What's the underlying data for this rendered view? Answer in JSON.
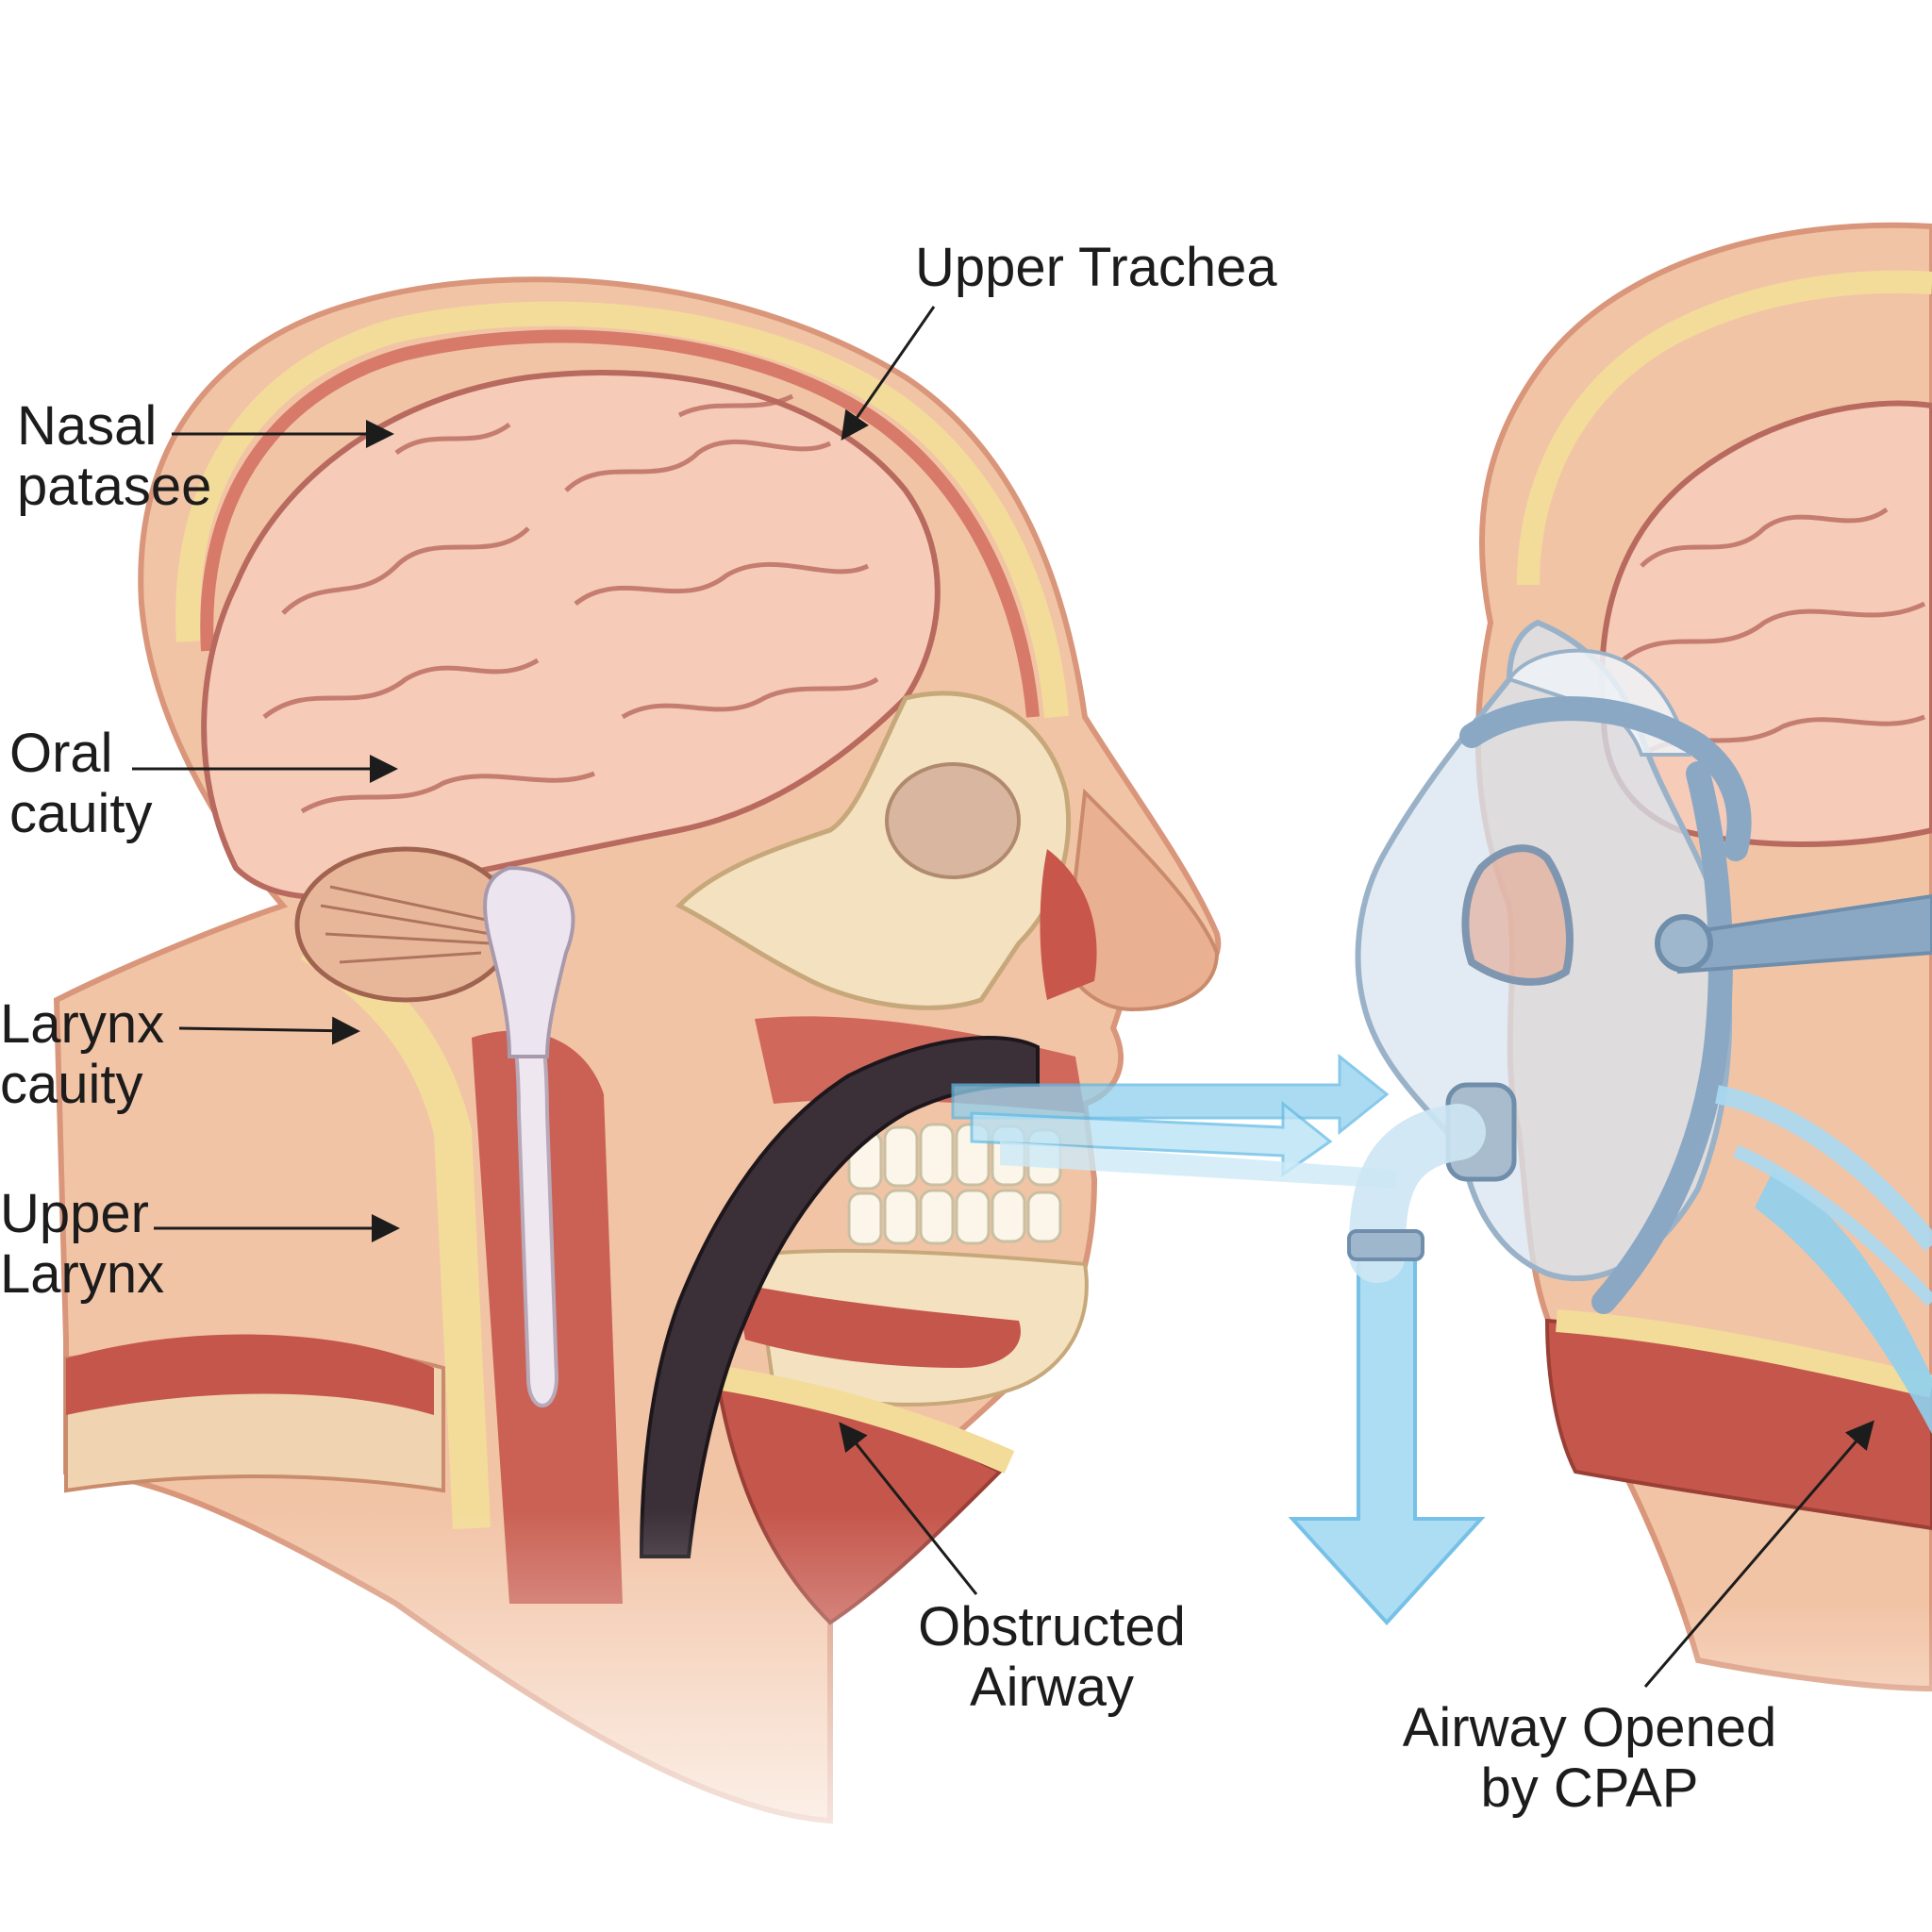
{
  "labels": {
    "upper_trachea": "Upper Trachea",
    "nasal_passage": [
      "Nasal",
      "patasee"
    ],
    "oral_cavity": [
      "Oral",
      "cauity"
    ],
    "larynx_cavity": [
      "Larynx",
      "cauity"
    ],
    "upper_larynx": [
      "Upper",
      "Larynx"
    ],
    "obstructed_airway": [
      "Obstructed",
      "Airway"
    ],
    "airway_opened": [
      "Airway Opened",
      "by CPAP"
    ]
  },
  "colors": {
    "skin": "#f2c4a6",
    "skin_edge": "#d9967a",
    "fat_layer": "#f3dc9a",
    "muscle": "#c5564b",
    "brain": "#f6cbb8",
    "brain_folds": "#b86a5e",
    "bone": "#f3e1c0",
    "airway_obstructed": "#3b2f38",
    "airflow": "#8fd0ee",
    "mask": "#d8e4ef",
    "strap": "#8aa8c4"
  }
}
